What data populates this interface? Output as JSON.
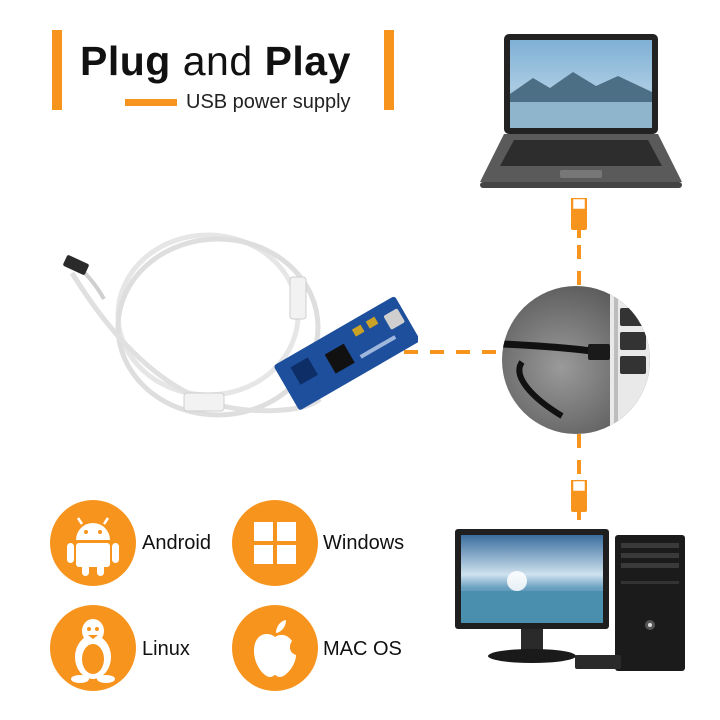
{
  "header": {
    "title_part1": "Plug",
    "title_part2": "and",
    "title_part3": "Play",
    "subtitle": "USB power supply"
  },
  "os_list": [
    {
      "label": "Android",
      "icon": "android-icon"
    },
    {
      "label": "Windows",
      "icon": "windows-icon"
    },
    {
      "label": "Linux",
      "icon": "linux-icon"
    },
    {
      "label": "MAC OS",
      "icon": "apple-icon"
    }
  ],
  "colors": {
    "accent": "#f7941d",
    "pcb": "#1d4f9c"
  }
}
